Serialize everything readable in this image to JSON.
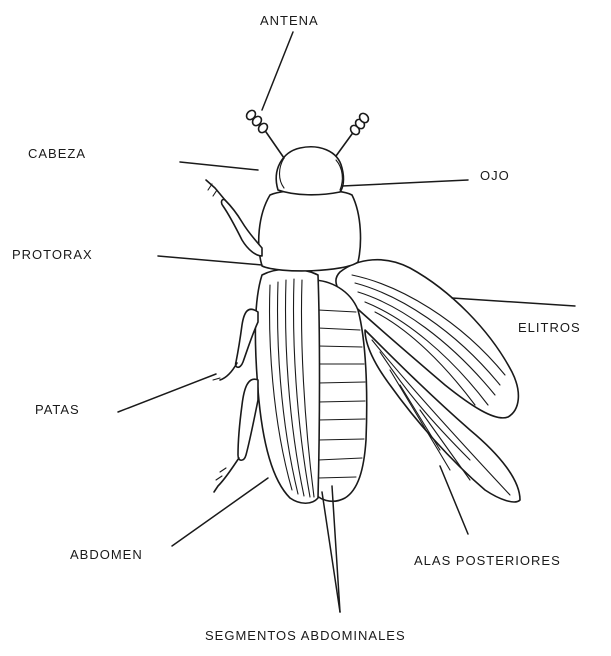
{
  "labels": {
    "antena": "ANTENA",
    "cabeza": "CABEZA",
    "ojo": "OJO",
    "protorax": "PROTORAX",
    "elitros": "ELITROS",
    "patas": "PATAS",
    "abdomen": "ABDOMEN",
    "alas_posteriores": "ALAS POSTERIORES",
    "segmentos_abdominales": "SEGMENTOS ABDOMINALES"
  }
}
